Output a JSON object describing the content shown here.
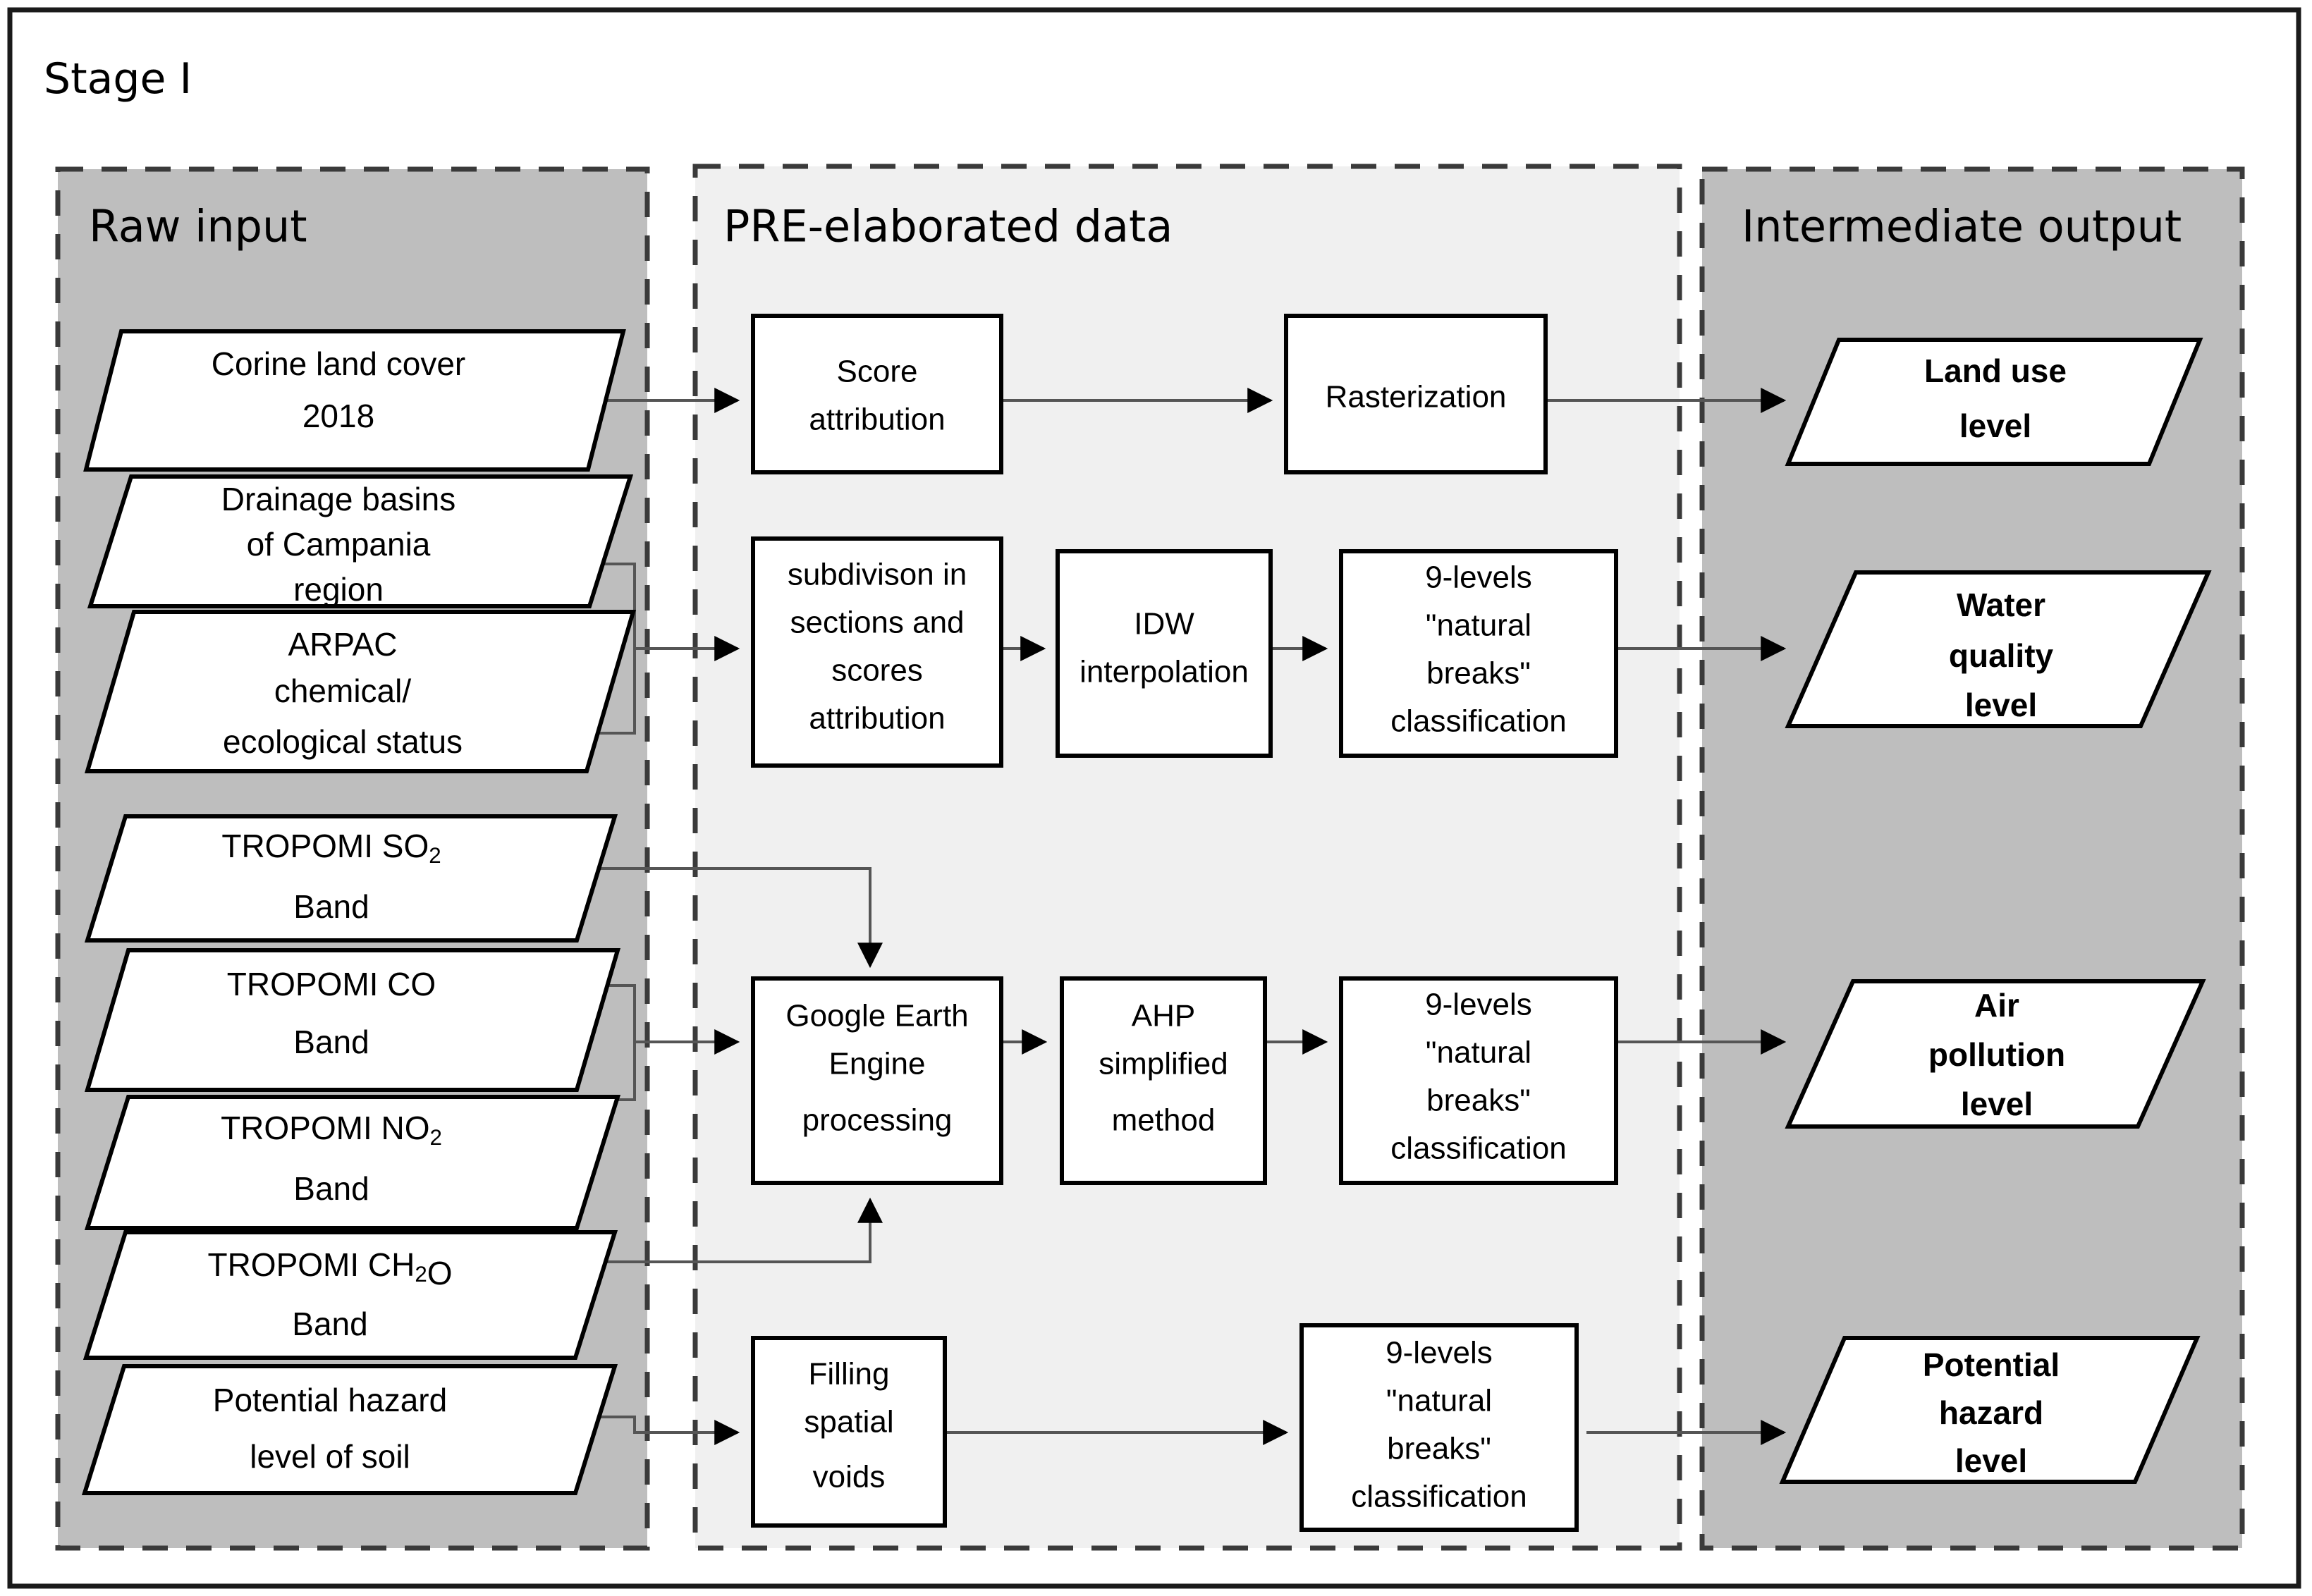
{
  "diagram": {
    "stage_title": "Stage I",
    "panels": [
      {
        "id": "raw-input",
        "title": "Raw input",
        "fill": "#BEBEBE"
      },
      {
        "id": "pre-elaborated-data",
        "title": "PRE-elaborated data",
        "fill": "#F0F0F0"
      },
      {
        "id": "intermediate-output",
        "title": "Intermediate output",
        "fill": "#BEBEBE"
      }
    ],
    "raw_inputs": [
      {
        "id": "corine-land-cover",
        "lines": [
          "Corine land cover",
          "2018"
        ]
      },
      {
        "id": "drainage-basins",
        "lines": [
          "Drainage basins",
          "of Campania",
          "region"
        ]
      },
      {
        "id": "arpac-status",
        "lines": [
          "ARPAC",
          "chemical/",
          "ecological status"
        ]
      },
      {
        "id": "tropomi-so2",
        "lines": [
          "TROPOMI SO₂",
          "Band"
        ]
      },
      {
        "id": "tropomi-co",
        "lines": [
          "TROPOMI CO",
          "Band"
        ]
      },
      {
        "id": "tropomi-no2",
        "lines": [
          "TROPOMI NO₂",
          "Band"
        ]
      },
      {
        "id": "tropomi-ch2o",
        "lines": [
          "TROPOMI CH₂O",
          "Band"
        ]
      },
      {
        "id": "potential-hazard-soil",
        "lines": [
          "Potential hazard",
          "level of soil"
        ]
      }
    ],
    "processes": [
      {
        "id": "score-attribution",
        "lines": [
          "Score",
          "attribution"
        ]
      },
      {
        "id": "rasterization",
        "lines": [
          "Rasterization"
        ]
      },
      {
        "id": "subdivision-scores",
        "lines": [
          "subdivison in",
          "sections and",
          "scores",
          "attribution"
        ]
      },
      {
        "id": "idw-interpolation",
        "lines": [
          "IDW",
          "interpolation"
        ]
      },
      {
        "id": "natural-breaks-water",
        "lines": [
          "9-levels",
          "\"natural",
          "breaks\"",
          "classification"
        ]
      },
      {
        "id": "gee-processing",
        "lines": [
          "Google Earth",
          "Engine",
          "processing"
        ]
      },
      {
        "id": "ahp-simplified",
        "lines": [
          "AHP",
          "simplified",
          "method"
        ]
      },
      {
        "id": "natural-breaks-air",
        "lines": [
          "9-levels",
          "\"natural",
          "breaks\"",
          "classification"
        ]
      },
      {
        "id": "filling-spatial-voids",
        "lines": [
          "Filling",
          "spatial",
          "voids"
        ]
      },
      {
        "id": "natural-breaks-hazard",
        "lines": [
          "9-levels",
          "\"natural",
          "breaks\"",
          "classification"
        ]
      }
    ],
    "outputs": [
      {
        "id": "land-use-level",
        "lines": [
          "Land use",
          "level"
        ]
      },
      {
        "id": "water-quality-level",
        "lines": [
          "Water",
          "quality",
          "level"
        ]
      },
      {
        "id": "air-pollution-level",
        "lines": [
          "Air",
          "pollution",
          "level"
        ]
      },
      {
        "id": "potential-hazard-level",
        "lines": [
          "Potential",
          "hazard",
          "level"
        ]
      }
    ],
    "colors": {
      "panel_dark": "#BEBEBE",
      "panel_light": "#F0F0F0",
      "node_fill": "#FFFFFF",
      "stroke": "#000000",
      "connector": "#555555",
      "dash_stroke": "#3A3A3A"
    }
  }
}
